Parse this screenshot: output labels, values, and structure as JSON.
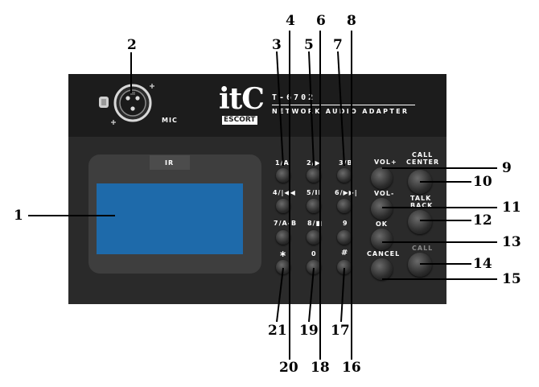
{
  "device": {
    "mic_label": "MIC",
    "logo_mark": "itC",
    "logo_sub": "ESCORT",
    "model": "T-6702",
    "product": "NETWORK AUDIO ADAPTER",
    "ir_label": "IR"
  },
  "keys": {
    "k1": "1/A",
    "k2": "2/▶",
    "k3": "3/B",
    "k4": "4/|◀◀",
    "k5": "5/II",
    "k6": "6/▶▶|",
    "k7": "7/A-B",
    "k8": "8/■",
    "k9": "9",
    "k0": "0",
    "star": "∗",
    "hash": "#"
  },
  "side_keys": {
    "vol_up": "VOL+",
    "vol_down": "VOL-",
    "ok": "OK",
    "cancel": "CANCEL",
    "call_center_1": "CALL",
    "call_center_2": "CENTER",
    "talk_back_1": "TALK",
    "talk_back_2": "BACK",
    "call": "CALL"
  },
  "callouts": [
    "1",
    "2",
    "3",
    "4",
    "5",
    "6",
    "7",
    "8",
    "9",
    "10",
    "11",
    "12",
    "13",
    "14",
    "15",
    "16",
    "17",
    "18",
    "19",
    "20",
    "21"
  ]
}
